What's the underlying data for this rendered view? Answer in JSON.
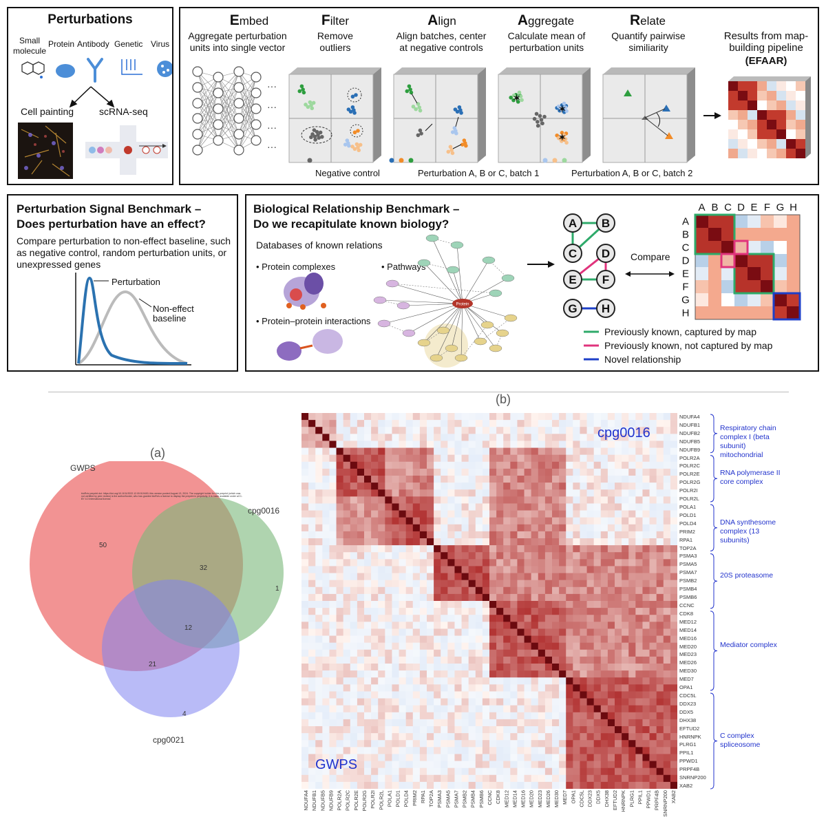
{
  "top": {
    "perturbations": {
      "title": "Perturbations",
      "types": [
        "Small molecule",
        "Protein",
        "Antibody",
        "Genetic",
        "Virus"
      ],
      "outputs": [
        "Cell painting",
        "scRNA-seq"
      ]
    },
    "steps": [
      {
        "initial": "E",
        "rest": "mbed",
        "desc": "Aggregate perturbation units into single vector"
      },
      {
        "initial": "F",
        "rest": "ilter",
        "desc": "Remove outliers"
      },
      {
        "initial": "A",
        "rest": "lign",
        "desc": "Align batches, center at negative controls"
      },
      {
        "initial": "A",
        "rest": "ggregate",
        "desc": "Calculate mean of perturbation units"
      },
      {
        "initial": "R",
        "rest": "elate",
        "desc": "Quantify pairwise similiarity"
      }
    ],
    "results": {
      "line1": "Results from map-building pipeline",
      "line2": "(EFAAR)"
    },
    "legend": {
      "negative": "Negative control",
      "batch1": "Perturbation A, B or C, batch 1",
      "batch2": "Perturbation  A, B or C, batch 2"
    },
    "ellipsis": "···"
  },
  "signal": {
    "title1": "Perturbation Signal Benchmark –",
    "title2": "Does perturbation have an effect?",
    "desc": "Compare perturbation to non-effect baseline, such as negative control, random perturbation units, or unexpressed genes",
    "curve1": "Perturbation",
    "curve2": "Non-effect baseline"
  },
  "bio": {
    "title1": "Biological Relationship Benchmark –",
    "title2": "Do we recapitulate known biology?",
    "db": "Databases of known relations",
    "items": [
      "• Protein complexes",
      "• Pathways",
      "• Protein–protein interactions"
    ],
    "center_node": "Protein",
    "compare": "Compare",
    "nodes": [
      "A",
      "B",
      "C",
      "D",
      "E",
      "F",
      "G",
      "H"
    ],
    "legend": [
      "Previously known, captured by map",
      "Previously known, not captured by map",
      "Novel relationship"
    ],
    "colors": {
      "captured": "#2eaa6a",
      "not_captured": "#e0337c",
      "novel": "#1d3fc8"
    }
  },
  "venn": {
    "label": "(a)",
    "sets": [
      "GWPS",
      "cpg0016",
      "cpg0021"
    ],
    "counts": {
      "gwps_only": 50,
      "gwps_cpg0016": 32,
      "cpg0016_only": 1,
      "all_three": 12,
      "gwps_cpg0021": 21,
      "cpg0021_only": 4
    },
    "notice": "bioRxiv preprint doi: https://doi.org/10.1101/2022.12.09.519400; this version posted August 13, 2024. The copyright holder for this preprint (which was not certified by peer review) is the author/funder, who has granted bioRxiv a license to display the preprint in perpetuity. It is made available under aCC-BY 4.0 International license."
  },
  "heatmap": {
    "label": "(b)",
    "top_label": "cpg0016",
    "bottom_label": "GWPS",
    "genes": [
      "NDUFA4",
      "NDUFB1",
      "NDUFB2",
      "NDUFB5",
      "NDUFB9",
      "POLR2A",
      "POLR2C",
      "POLR2E",
      "POLR2G",
      "POLR2I",
      "POLR2L",
      "POLA1",
      "POLD1",
      "POLD4",
      "PRIM2",
      "RPA1",
      "TOP2A",
      "PSMA3",
      "PSMA5",
      "PSMA7",
      "PSMB2",
      "PSMB4",
      "PSMB6",
      "CCNC",
      "CDK8",
      "MED12",
      "MED14",
      "MED16",
      "MED20",
      "MED23",
      "MED26",
      "MED30",
      "MED7",
      "OPA1",
      "CDC5L",
      "DDX23",
      "DDX5",
      "DHX38",
      "EFTUD2",
      "HNRNPK",
      "PLRG1",
      "PPIL1",
      "PPWD1",
      "PRPF4B",
      "SNRNP200",
      "XAB2"
    ],
    "xlabels": [
      "NDUFA4",
      "NDUFB1",
      "NDUFB5",
      "NDUFB9",
      "POLR2A",
      "POLR2C",
      "POLR2E",
      "POLR2G",
      "POLR2I",
      "POLR2L",
      "POLA1",
      "POLD1",
      "POLD4",
      "PRIM2",
      "RPA1",
      "TOP2A",
      "PSMA3",
      "PSMA5",
      "PSMA7",
      "PSMB2",
      "PSMB4",
      "PSMB6",
      "CCNC",
      "CDK8",
      "MED12",
      "MED14",
      "MED16",
      "MED20",
      "MED23",
      "MED26",
      "MED30",
      "MED7",
      "OPA1",
      "CDC5L",
      "DDX23",
      "DDX5",
      "DHX38",
      "EFTUD2",
      "HNRNPK",
      "PLRG1",
      "PPIL1",
      "PPWD1",
      "PRPF4B",
      "SNRNP200",
      "XAB2"
    ],
    "complexes": [
      {
        "name": "Respiratory chain complex I (beta subunit) mitochondrial",
        "start": 0,
        "end": 4
      },
      {
        "name": "RNA polymerase II core complex",
        "start": 5,
        "end": 10
      },
      {
        "name": "DNA synthesome complex (13 subunits)",
        "start": 11,
        "end": 16
      },
      {
        "name": "20S proteasome",
        "start": 17,
        "end": 23
      },
      {
        "name": "Mediator complex",
        "start": 24,
        "end": 33
      },
      {
        "name": "C complex spliceosome",
        "start": 34,
        "end": 45
      }
    ]
  }
}
